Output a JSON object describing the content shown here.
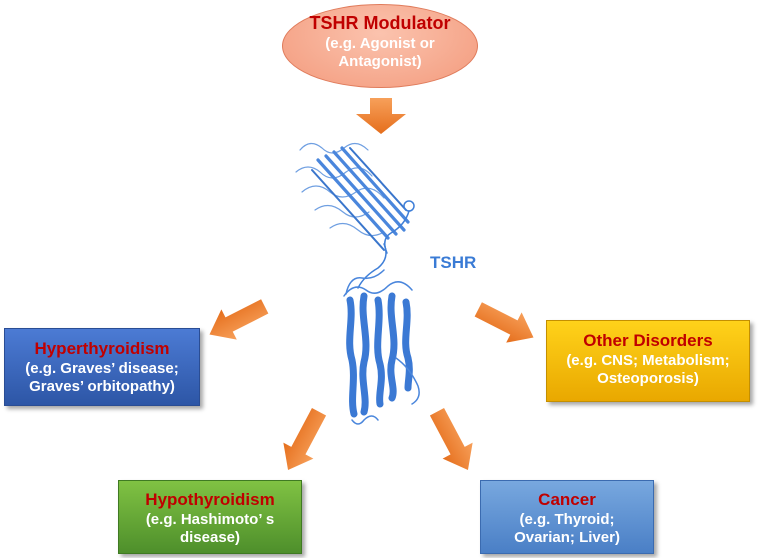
{
  "modulator": {
    "title": "TSHR Modulator",
    "line1": "(e.g. Agonist or",
    "line2": "Antagonist)"
  },
  "receptor": {
    "label": "TSHR"
  },
  "hyperthyroidism": {
    "title": "Hyperthyroidism",
    "line1": "(e.g. Graves’ disease;",
    "line2": "Graves’ orbitopathy)"
  },
  "other": {
    "title": "Other Disorders",
    "line1": "(e.g. CNS; Metabolism;",
    "line2": "Osteoporosis)"
  },
  "hypothyroidism": {
    "title": "Hypothyroidism",
    "line1": "(e.g. Hashimoto’ s",
    "line2": "disease)"
  },
  "cancer": {
    "title": "Cancer",
    "line1": "(e.g. Thyroid;",
    "line2": "Ovarian; Liver)"
  },
  "colors": {
    "arrow": "#f0802a",
    "protein": "#3f7fd8",
    "title_red": "#c00000"
  }
}
